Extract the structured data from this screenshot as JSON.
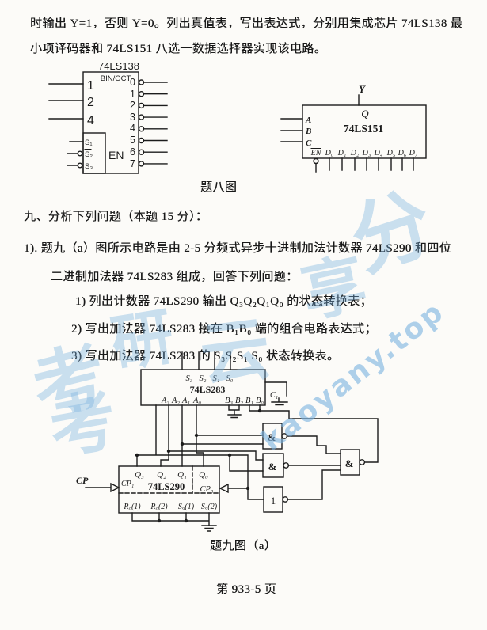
{
  "page": {
    "line1": "时输出 Y=1，否则 Y=0。列出真值表，写出表达式，分别用集成芯片 74LS138 最",
    "line2": "小项译码器和 74LS151 八选一数据选择器实现该电路。",
    "fig8_caption": "题八图",
    "section9": "九、分析下列问题（本题 15 分）：",
    "item1_line1": "1). 题九（a）图所示电路是由 2-5 分频式异步十进制加法计数器 74LS290 和四位",
    "item1_line2": "二进制加法器 74LS283 组成，回答下列问题：",
    "sub1": "1) 列出计数器 74LS290 输出 Q₃Q₂Q₁Q₀ 的状态转换表；",
    "sub2": "2) 写出加法器 74LS283 接在 B₁B₀ 端的组合电路表达式；",
    "sub3": "3) 写出加法器 74LS283 的 S₃S₂S₁ S₀ 状态转换表。",
    "fig9_caption": "题九图（a）",
    "footer": "第 933-5 页"
  },
  "ic138": {
    "title": "74LS138",
    "mode": "BIN/OCT",
    "in1": "1",
    "in2": "2",
    "in4": "4",
    "s1": "S₁",
    "s2": "S₂",
    "s3": "S₃",
    "en": "EN",
    "outputs": [
      "0",
      "1",
      "2",
      "3",
      "4",
      "5",
      "6",
      "7"
    ]
  },
  "ic151": {
    "y": "Y",
    "q": "Q",
    "title": "74LS151",
    "a": "A",
    "b": "B",
    "c": "C",
    "en": "EN",
    "d": [
      "D₀",
      "D₁",
      "D₂",
      "D₃",
      "D₄",
      "D₅",
      "D₆",
      "D₇"
    ]
  },
  "ic283": {
    "title": "74LS283",
    "s": [
      "S₃",
      "S₂",
      "S₁",
      "S₀"
    ],
    "a": [
      "A₃",
      "A₂",
      "A₁",
      "A₀"
    ],
    "b": [
      "B₃",
      "B₂",
      "B₁",
      "B₀"
    ],
    "carry": "C₁"
  },
  "ic290": {
    "title": "74LS290",
    "cp": "CP",
    "cp1": "CP₁",
    "cp0": "CP₀",
    "q": [
      "Q₃",
      "Q₂",
      "Q₁",
      "Q₀"
    ],
    "r": [
      "R₀(1)",
      "R₀(2)",
      "S₉(1)",
      "S₉(2)"
    ]
  },
  "gates": {
    "nand1": "&",
    "nand2": "&",
    "nand3": "&",
    "inv": "1"
  },
  "watermark": {
    "site": "kaoyany.top",
    "chars": [
      "考",
      "研",
      "云",
      "分",
      "享",
      "考"
    ],
    "color": "#79b2e0"
  }
}
